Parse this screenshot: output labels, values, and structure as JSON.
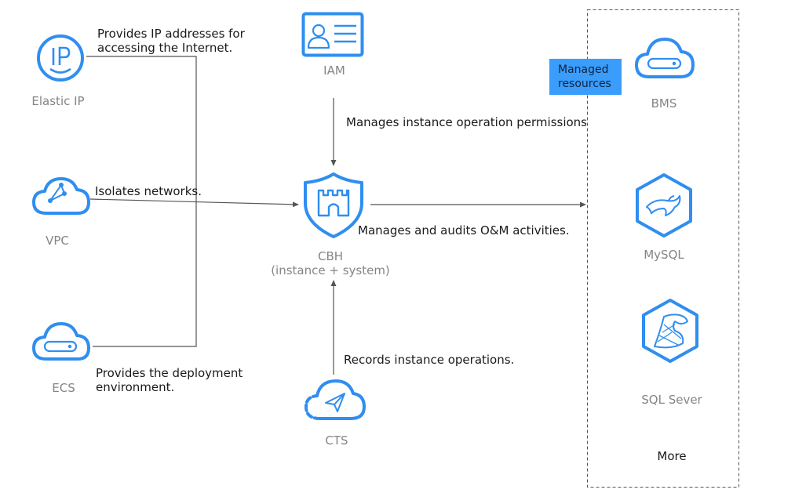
{
  "nodes": {
    "elastic_ip": "Elastic IP",
    "vpc": "VPC",
    "ecs": "ECS",
    "iam": "IAM",
    "cbh_title": "CBH",
    "cbh_sub": "(instance + system)",
    "cts": "CTS",
    "bms": "BMS",
    "mysql": "MySQL",
    "sqlserver": "SQL Sever",
    "more": "More"
  },
  "notes": {
    "eip_line1": "Provides IP addresses for",
    "eip_line2": "accessing the Internet.",
    "vpc": "Isolates networks.",
    "ecs_line1": "Provides the deployment",
    "ecs_line2": "environment.",
    "iam": "Manages instance operation permissions",
    "cbh": "Manages and audits O&M activities.",
    "cts": "Records instance operations."
  },
  "group": {
    "line1": "Managed",
    "line2": "resources"
  },
  "icons": {
    "elastic_ip": "elastic-ip-icon",
    "vpc": "vpc-cloud-icon",
    "ecs": "ecs-cloud-server-icon",
    "iam": "iam-id-card-icon",
    "cbh": "cbh-shield-castle-icon",
    "cts": "cts-cloud-trace-icon",
    "bms": "bms-cloud-server-icon",
    "mysql": "mysql-dolphin-icon",
    "sqlserver": "sql-server-icon"
  },
  "colors": {
    "icon_blue": "#2f8ef0",
    "badge_blue": "#3a9cfb",
    "line": "#555555",
    "label_gray": "#858585"
  }
}
